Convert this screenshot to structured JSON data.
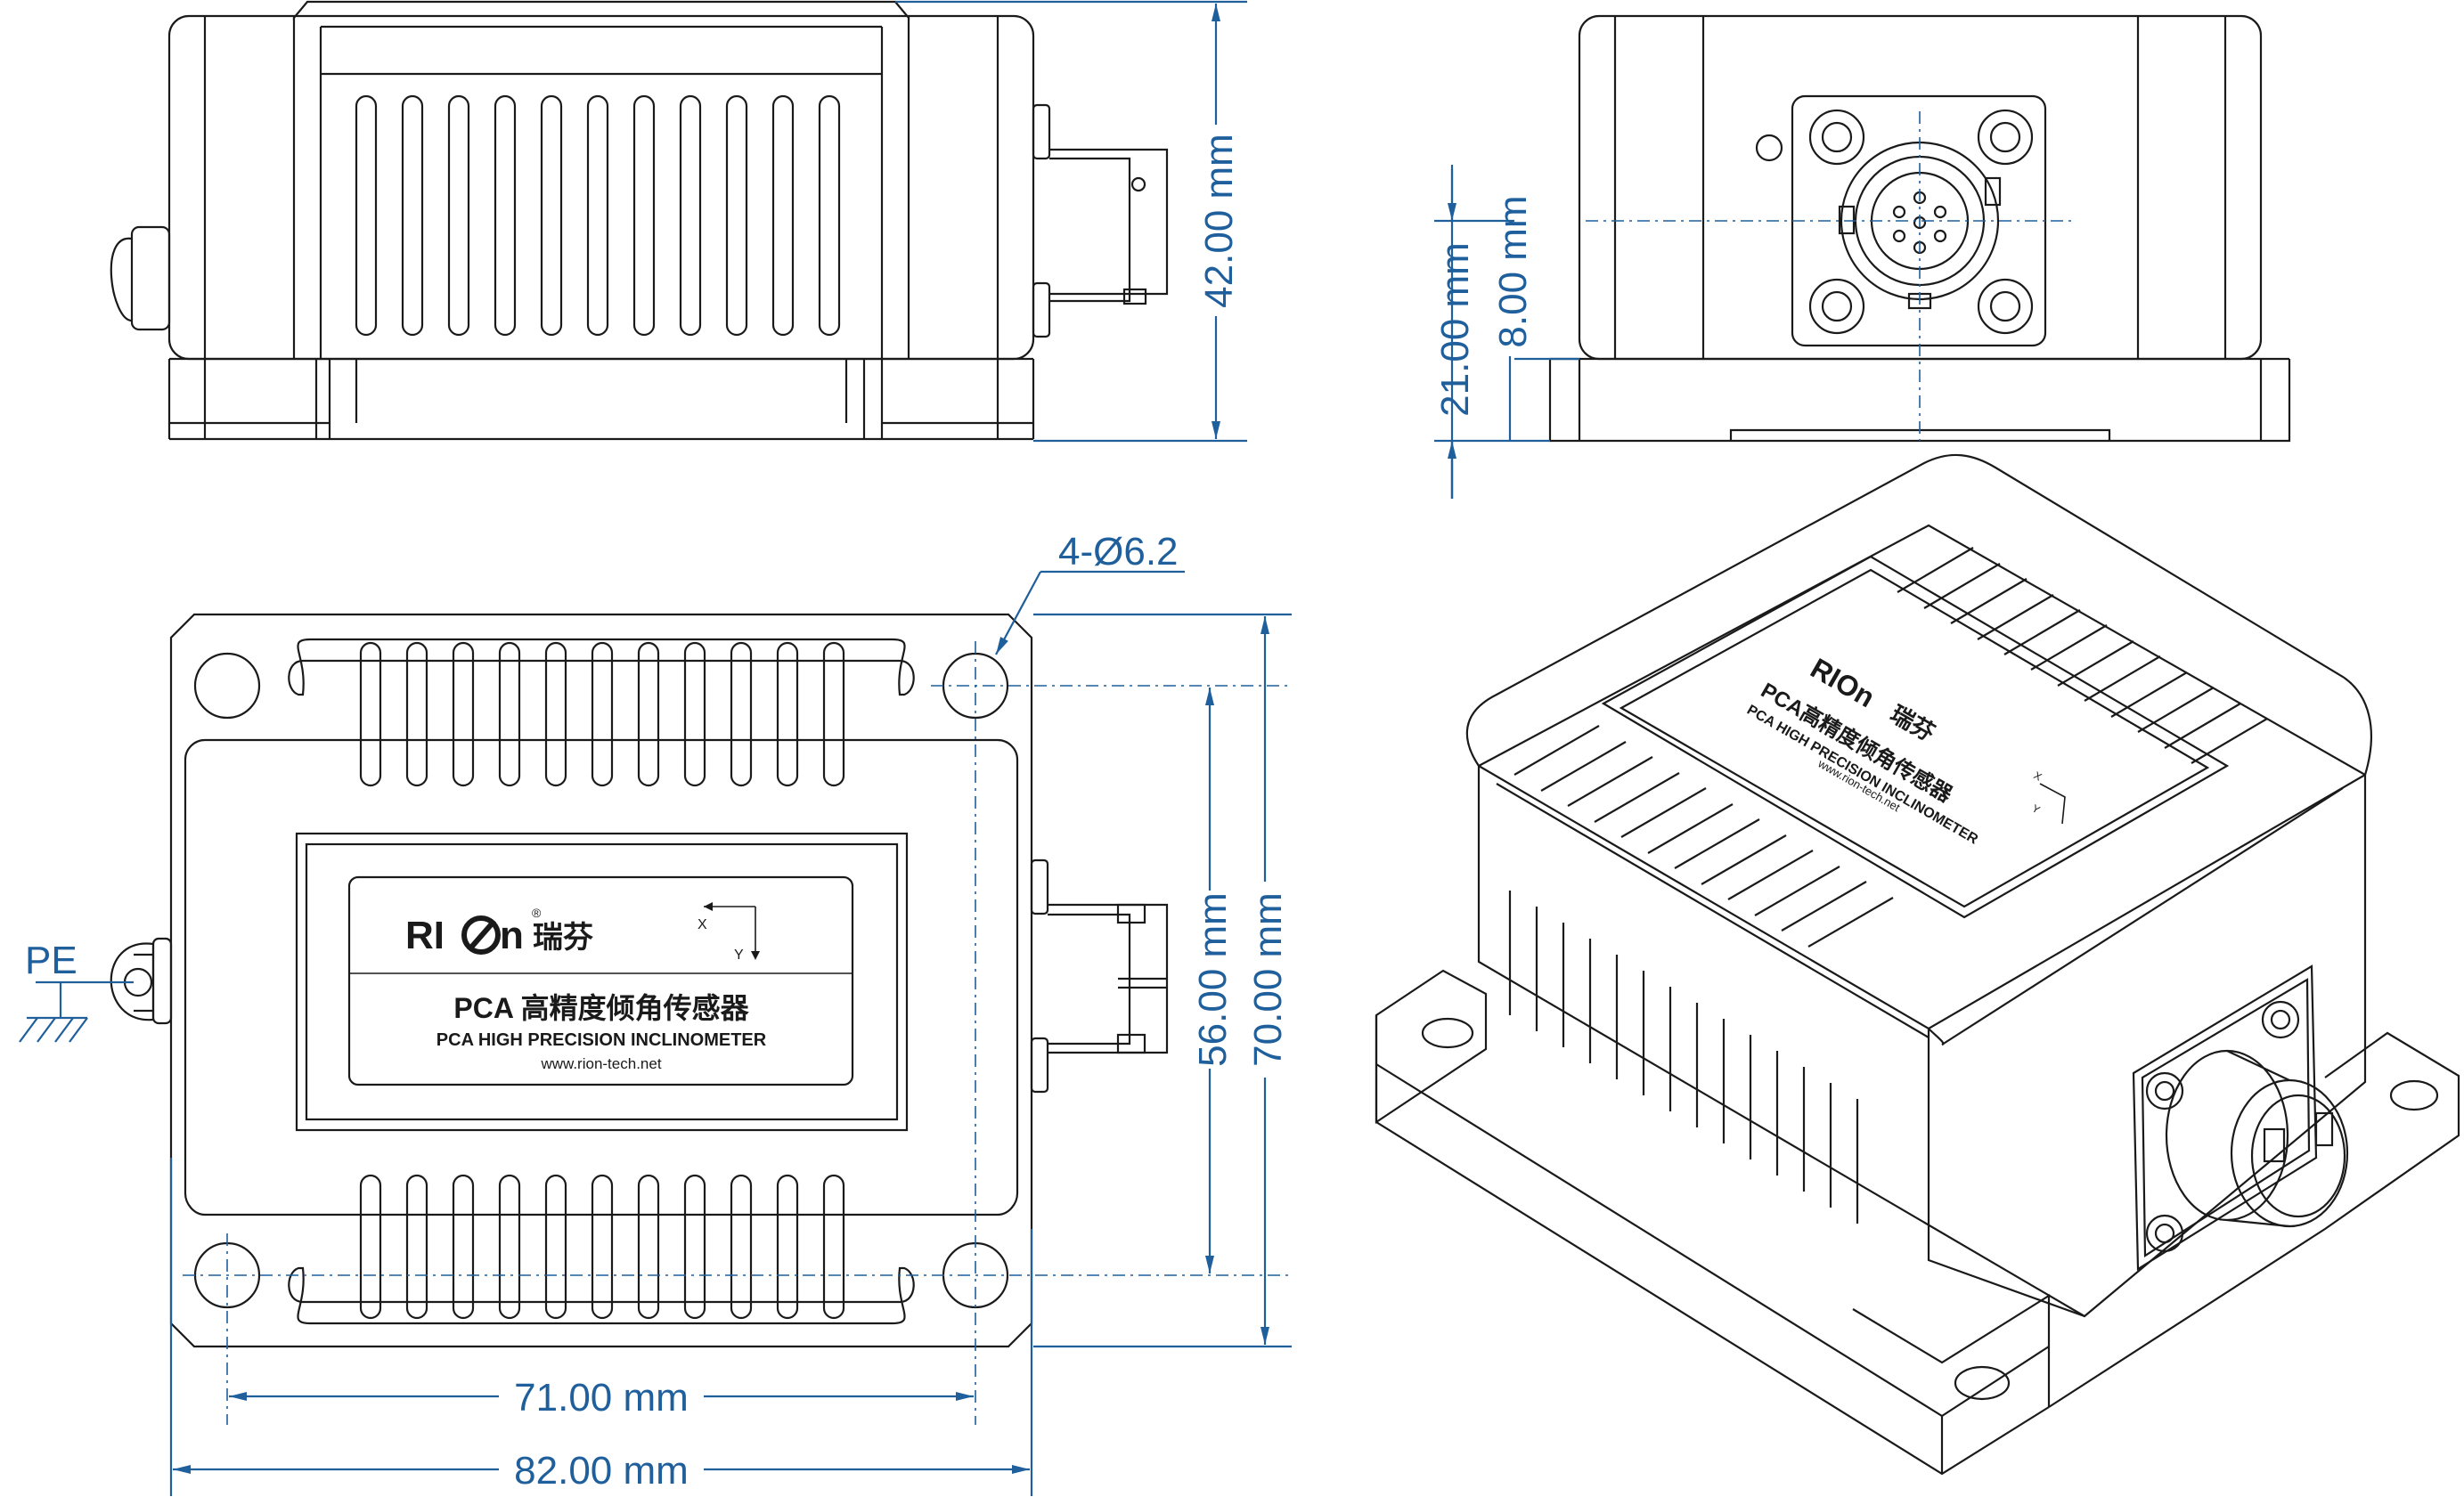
{
  "dimensions": {
    "height_side": "42.00 mm",
    "base_height": "21.00 mm",
    "connector_offset": "8.00 mm",
    "hole_spec": "4-Ø6.2",
    "hole_spacing_y": "56.00 mm",
    "body_length": "70.00 mm",
    "hole_spacing_x": "71.00 mm",
    "body_width": "82.00 mm"
  },
  "ground_label": "PE",
  "label_plate": {
    "brand": "RI",
    "brand_tail": "n",
    "brand_cn": "瑞芬",
    "registered": "®",
    "title": "PCA 高精度倾角传感器",
    "subtitle": "PCA HIGH PRECISION  INCLINOMETER",
    "website": "www.rion-tech.net",
    "axis_x": "X",
    "axis_y": "Y"
  },
  "iso_label_plate": {
    "brand": "RIOn",
    "brand_cn": "瑞芬",
    "title": "PCA高精度倾角传感器",
    "subtitle": "PCA HIGH PRECISION  INCLINOMETER",
    "website": "www.rion-tech.net",
    "axis_x": "X",
    "axis_y": "Y"
  },
  "colors": {
    "line": "#1a1a1a",
    "dimension": "#1f5f9c",
    "background": "#ffffff"
  }
}
